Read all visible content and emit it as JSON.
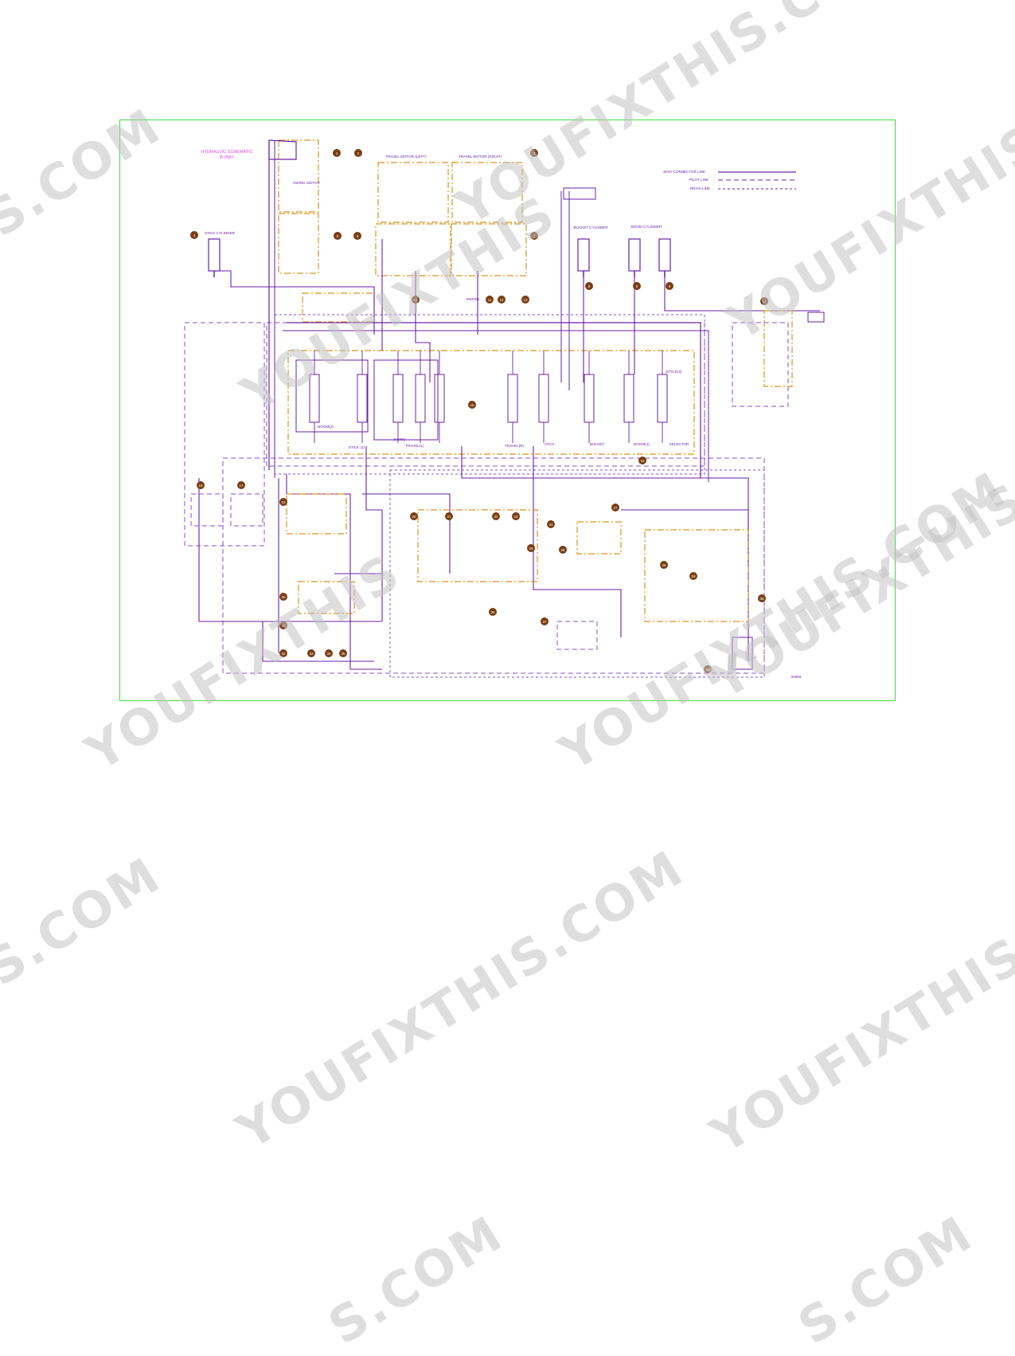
{
  "colors": {
    "frame": "#3fdc3f",
    "line": "#6a22a8",
    "pilot": "#8a4fd0",
    "component_box": "#d9951e",
    "callout": "#7a3d12",
    "title": "#e040e0",
    "watermark": "#c3c3c3"
  },
  "diagram": {
    "title_line1": "HYDRAULIC SCHEMATIC",
    "title_line2": "B-0587",
    "legend": {
      "main": "MAIN CONNECTOR LINE",
      "pilot": "PILOT LINE",
      "drain": "DRAIN LINE"
    },
    "labels": {
      "travel_left": "TRAVEL MOTOR (LEFT)",
      "travel_right": "TRAVEL MOTOR (RIGHT)",
      "swing_motor": "SWING MOTOR",
      "stick_cylinder": "STICK CYLINDER",
      "bucket_cylinder": "BUCKET CYLINDER",
      "boom_cylinder": "BOOM CYLINDER",
      "swivel": "SWIVEL",
      "boom2": "BOOM(2)",
      "stick1": "STICK (1)",
      "swing": "SWING",
      "travel_l": "TRAVEL(L)",
      "travel_r": "TRAVEL(R)",
      "atch": "ATCH",
      "bucket": "BUCKET",
      "boom1": "BOOM(1)",
      "selector": "SELECTOR",
      "stick2": "(STICK(2)",
      "drawing_no": "00959"
    },
    "callouts": [
      "1",
      "2",
      "3",
      "4",
      "5",
      "6",
      "7",
      "8",
      "9",
      "9",
      "10",
      "11",
      "12",
      "13",
      "14",
      "15",
      "16",
      "17",
      "18",
      "19",
      "20",
      "21",
      "22",
      "23",
      "24",
      "25",
      "26",
      "27",
      "28",
      "29",
      "30",
      "31",
      "32",
      "33",
      "34",
      "35",
      "36",
      "37",
      "38",
      "39",
      "40"
    ]
  },
  "watermarks": [
    "S.COM",
    "YOUFIXTHIS.COM",
    "YOUFIXTHIS",
    "YOUFIXTHIS",
    "YOUFIXTHIS",
    "YOUFIXTHIS.COM",
    "S.COM",
    "YOUFIXTHIS.COM",
    "YOUFIXTHIS",
    "YOUFIXTHIS",
    "S.COM",
    "S.COM"
  ]
}
